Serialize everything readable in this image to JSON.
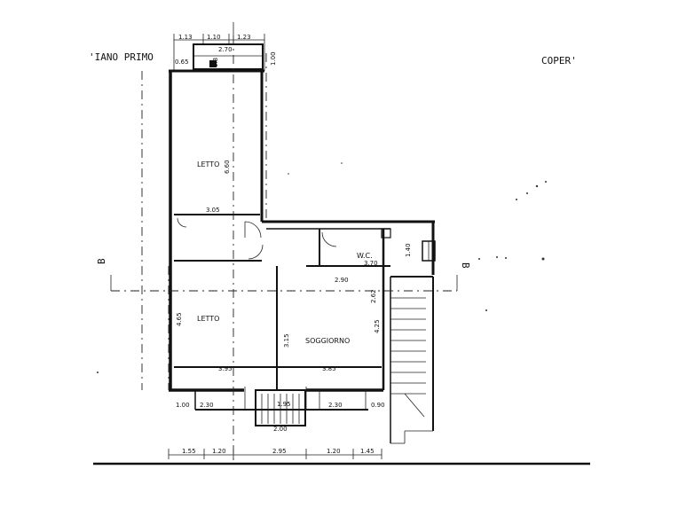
{
  "header": {
    "floor_label": "'IANO PRIMO",
    "coverage_label": "COPER'"
  },
  "rooms": {
    "bedroom_top": "LETTO",
    "bedroom_bottom": "LETTO",
    "living": "SOGGIORNO",
    "wc": "W.C."
  },
  "section_markers": {
    "left": "B",
    "right": "B"
  },
  "dimensions": {
    "top_1": "1.13",
    "top_2": "1.10",
    "top_3": "1.23",
    "top_inner": "2.70",
    "top_left": "0.65",
    "top_right": "1.00",
    "top_small": "1.8",
    "bedroom_height": "6.60",
    "bedroom_width": "3.05",
    "wc_width": "3.70",
    "wc_height": "1.40",
    "corridor_width": "2.90",
    "small_v": "2.62",
    "living_height_left": "3.15",
    "living_height_right": "4.25",
    "bedroom2_height": "4.65",
    "bedroom2_width": "3.95",
    "living_width": "3.85",
    "balcony_left": "1.00",
    "balcony_2": "2.30",
    "balcony_3": "1.95",
    "balcony_4": "2.30",
    "balcony_5": "0.90",
    "balcony_width": "2.00",
    "bottom_1": "1.55",
    "bottom_2": "1.20",
    "bottom_3": "2.95",
    "bottom_4": "1.20",
    "bottom_5": "1.45"
  }
}
